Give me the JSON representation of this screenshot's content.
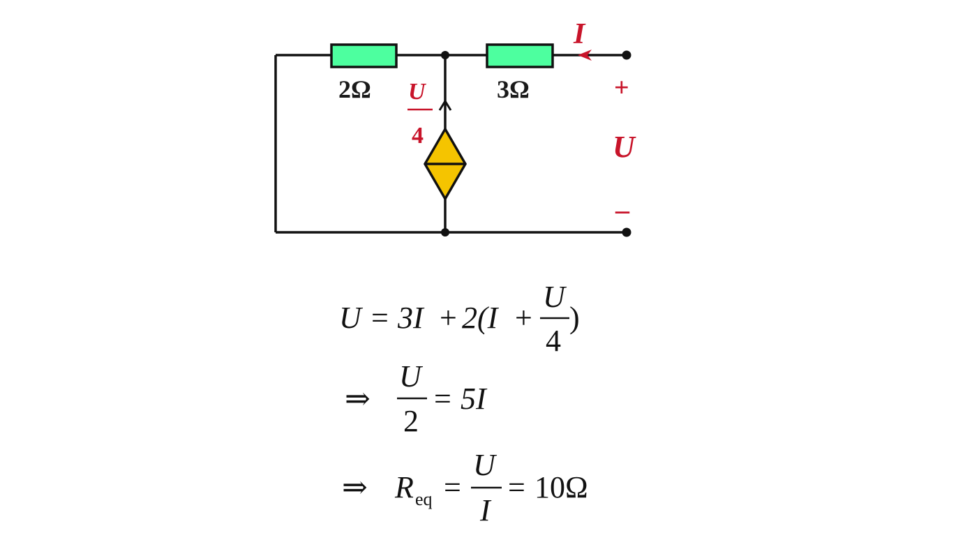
{
  "colors": {
    "wire": "#111111",
    "resistor_fill": "#4dff9f",
    "source_fill": "#f5c400",
    "annotation": "#c8142a"
  },
  "circuit": {
    "r_left_label": "2Ω",
    "r_right_label": "3Ω",
    "current_label": "I",
    "plus_label": "+",
    "voltage_label": "U",
    "minus_label": "–",
    "source_value_num": "U",
    "source_value_den": "4"
  },
  "equations": {
    "line1": {
      "lhs": "U",
      "eq": "=",
      "t1": "3I",
      "plus1": "+",
      "t2": "2(I",
      "plus2": "+",
      "frac_num": "U",
      "frac_den": "4",
      "close": ")"
    },
    "line2": {
      "arrow": "⇒",
      "frac_num": "U",
      "frac_den": "2",
      "eq": "=",
      "rhs": "5I"
    },
    "line3": {
      "arrow": "⇒",
      "r": "R",
      "sub": "eq",
      "eq1": "=",
      "frac_num": "U",
      "frac_den": "I",
      "eq2": "=",
      "rhs": "10Ω"
    }
  }
}
